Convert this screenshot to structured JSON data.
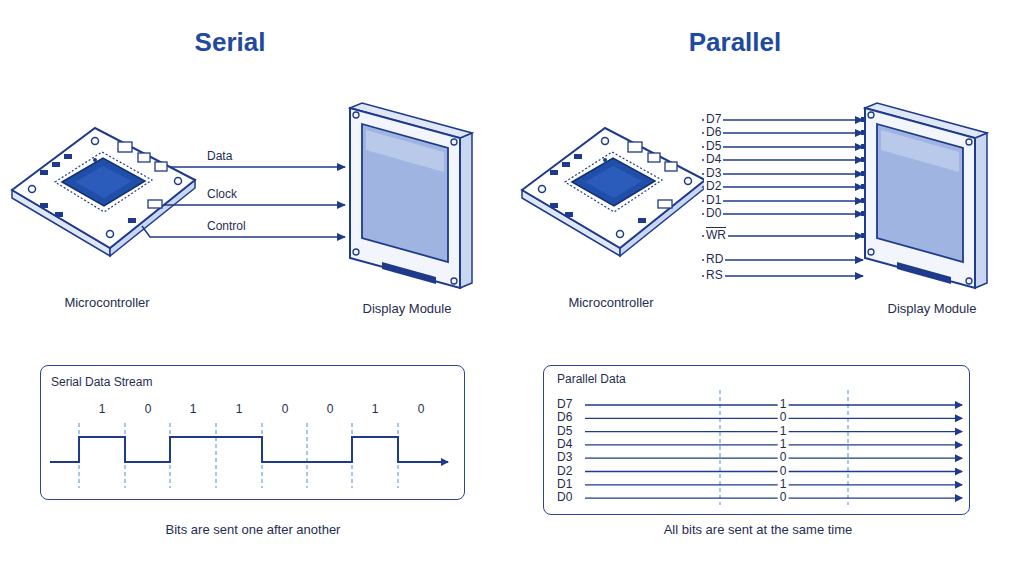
{
  "diagram": {
    "nodes": [
      {
        "text": [
          "Microcontroller"
        ]
      },
      {
        "text": [
          "Display Module"
        ]
      },
      {
        "text": [
          "Microcontroller"
        ]
      },
      {
        "text": [
          "Display Module"
        ]
      },
      {
        "text": [
          "Serial Data Stream",
          "Bits are sent one after another"
        ]
      },
      {
        "text": [
          "Parallel Data",
          "All bits are sent at the same time"
        ]
      }
    ],
    "edges": [
      {
        "from": 0,
        "to": 1,
        "label": "Data",
        "arrow": "to"
      },
      {
        "from": 0,
        "to": 1,
        "label": "Clock",
        "arrow": "to"
      },
      {
        "from": 0,
        "to": 1,
        "label": "Control",
        "arrow": "to"
      },
      {
        "from": 2,
        "to": 3,
        "label": "D7",
        "arrow": "to"
      },
      {
        "from": 2,
        "to": 3,
        "label": "D6",
        "arrow": "to"
      },
      {
        "from": 2,
        "to": 3,
        "label": "D5",
        "arrow": "to"
      },
      {
        "from": 2,
        "to": 3,
        "label": "D4",
        "arrow": "to"
      },
      {
        "from": 2,
        "to": 3,
        "label": "D3",
        "arrow": "to"
      },
      {
        "from": 2,
        "to": 3,
        "label": "D2",
        "arrow": "to"
      },
      {
        "from": 2,
        "to": 3,
        "label": "D1",
        "arrow": "to"
      },
      {
        "from": 2,
        "to": 3,
        "label": "D0",
        "arrow": "to"
      },
      {
        "from": 2,
        "to": 3,
        "label": "WR",
        "arrow": "to"
      },
      {
        "from": 2,
        "to": 3,
        "label": "RD",
        "arrow": "to"
      },
      {
        "from": 2,
        "to": 3,
        "label": "RS",
        "arrow": "to"
      }
    ],
    "labels": [
      "Serial",
      "Parallel",
      "1",
      "0",
      "1",
      "1",
      "0",
      "0",
      "1",
      "0",
      "D7",
      "D6",
      "D5",
      "D4",
      "D3",
      "D2",
      "D1",
      "D0",
      "1",
      "0",
      "1",
      "1",
      "0",
      "0",
      "1",
      "0"
    ]
  }
}
